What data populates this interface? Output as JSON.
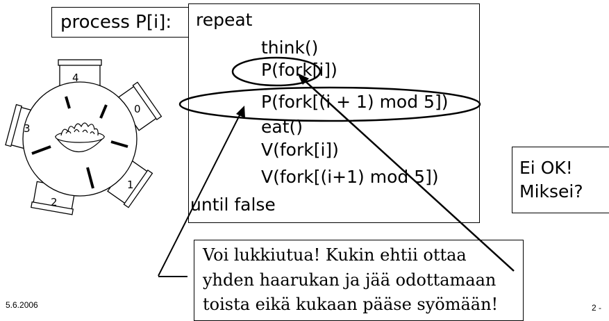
{
  "process_label": "process P[i]:",
  "code": {
    "repeat": "repeat",
    "think": "think()",
    "p_fork_i": "P(fork[i])",
    "p_fork_next": "P(fork[(i + 1) mod 5])",
    "eat": "eat()",
    "v_fork_i": "V(fork[i])",
    "v_fork_next": "V(fork[(i+1) mod 5])",
    "until": "until false"
  },
  "note": {
    "line1": "Voi lukkiutua!   Kukin ehtii ottaa",
    "line2": "yhden haarukan ja jää odottamaan",
    "line3": "toista eikä kukaan pääse syömään!"
  },
  "question": {
    "line1": "Ei OK!",
    "line2": "Miksei?"
  },
  "seats": [
    "0",
    "1",
    "2",
    "3",
    "4"
  ],
  "footer": {
    "date": "5.6.2006",
    "page": "2 -"
  }
}
